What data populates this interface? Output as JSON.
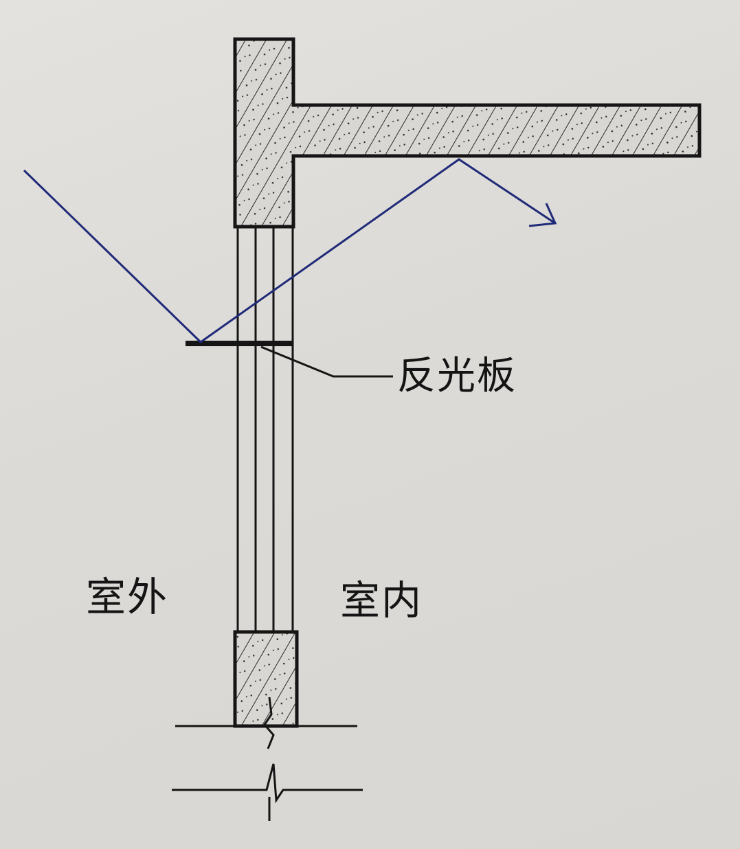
{
  "diagram": {
    "labels": {
      "reflector": "反光板",
      "outdoor": "室外",
      "indoor": "室内"
    },
    "colors": {
      "ink": "#151515",
      "light_ray": "#1f2a78",
      "paper": "#dedcd8",
      "hatch": "#2a2a2a"
    }
  }
}
